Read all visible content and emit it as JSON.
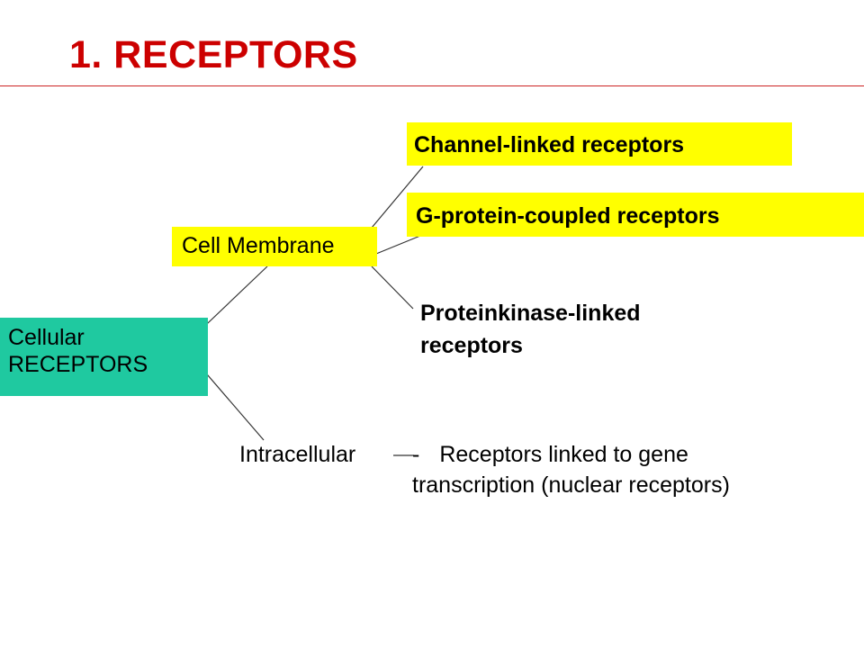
{
  "colors": {
    "title": "#cc0000",
    "rule": "#cc2222",
    "highlight_yellow": "#ffff00",
    "highlight_green": "#1fc9a0",
    "line": "#333333"
  },
  "title": "1. RECEPTORS",
  "nodes": {
    "root": {
      "line1": "Cellular",
      "line2": "RECEPTORS"
    },
    "cell_membrane": "Cell Membrane",
    "intracellular": "Intracellular",
    "channel_linked": "Channel-linked receptors",
    "g_protein": "G-protein-coupled receptors",
    "proteinkinase": {
      "line1": "Proteinkinase-linked",
      "line2": "receptors"
    },
    "nuclear": {
      "dash": "-",
      "line1": "Receptors linked to gene",
      "line2": "transcription  (nuclear receptors)"
    }
  }
}
